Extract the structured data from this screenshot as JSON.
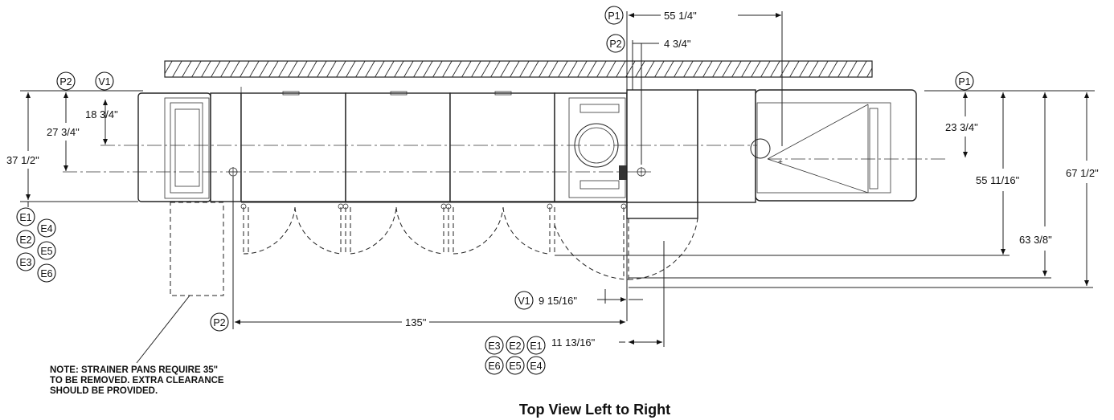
{
  "caption": "Top View Left to Right",
  "note": {
    "line1": "NOTE: STRAINER PANS REQUIRE 35\"",
    "line2": "TO BE REMOVED. EXTRA CLEARANCE",
    "line3": "SHOULD BE PROVIDED."
  },
  "bubbles": {
    "p1_top": "P1",
    "p2_top": "P2",
    "p2_left": "P2",
    "v1_left": "V1",
    "p1_right": "P1",
    "e1_left": "E1",
    "e4_left": "E4",
    "e2_left": "E2",
    "e5_left": "E5",
    "e3_left": "E3",
    "e6_left": "E6",
    "v1_bottom": "V1",
    "p2_bottom": "P2",
    "e3_bottom": "E3",
    "e2_bottom": "E2",
    "e1_bottom": "E1",
    "e6_bottom": "E6",
    "e5_bottom": "E5",
    "e4_bottom": "E4"
  },
  "dimensions": {
    "d_55_1_4": "55 1/4\"",
    "d_4_3_4": "4 3/4\"",
    "d_18_3_4": "18 3/4\"",
    "d_27_3_4": "27 3/4\"",
    "d_37_1_2": "37 1/2\"",
    "d_23_3_4": "23 3/4\"",
    "d_55_11_16": "55 11/16\"",
    "d_63_3_8": "63 3/8\"",
    "d_67_1_2": "67 1/2\"",
    "d_9_15_16": "9 15/16\"",
    "d_135": "135\"",
    "d_11_13_16": "11 13/16\""
  }
}
